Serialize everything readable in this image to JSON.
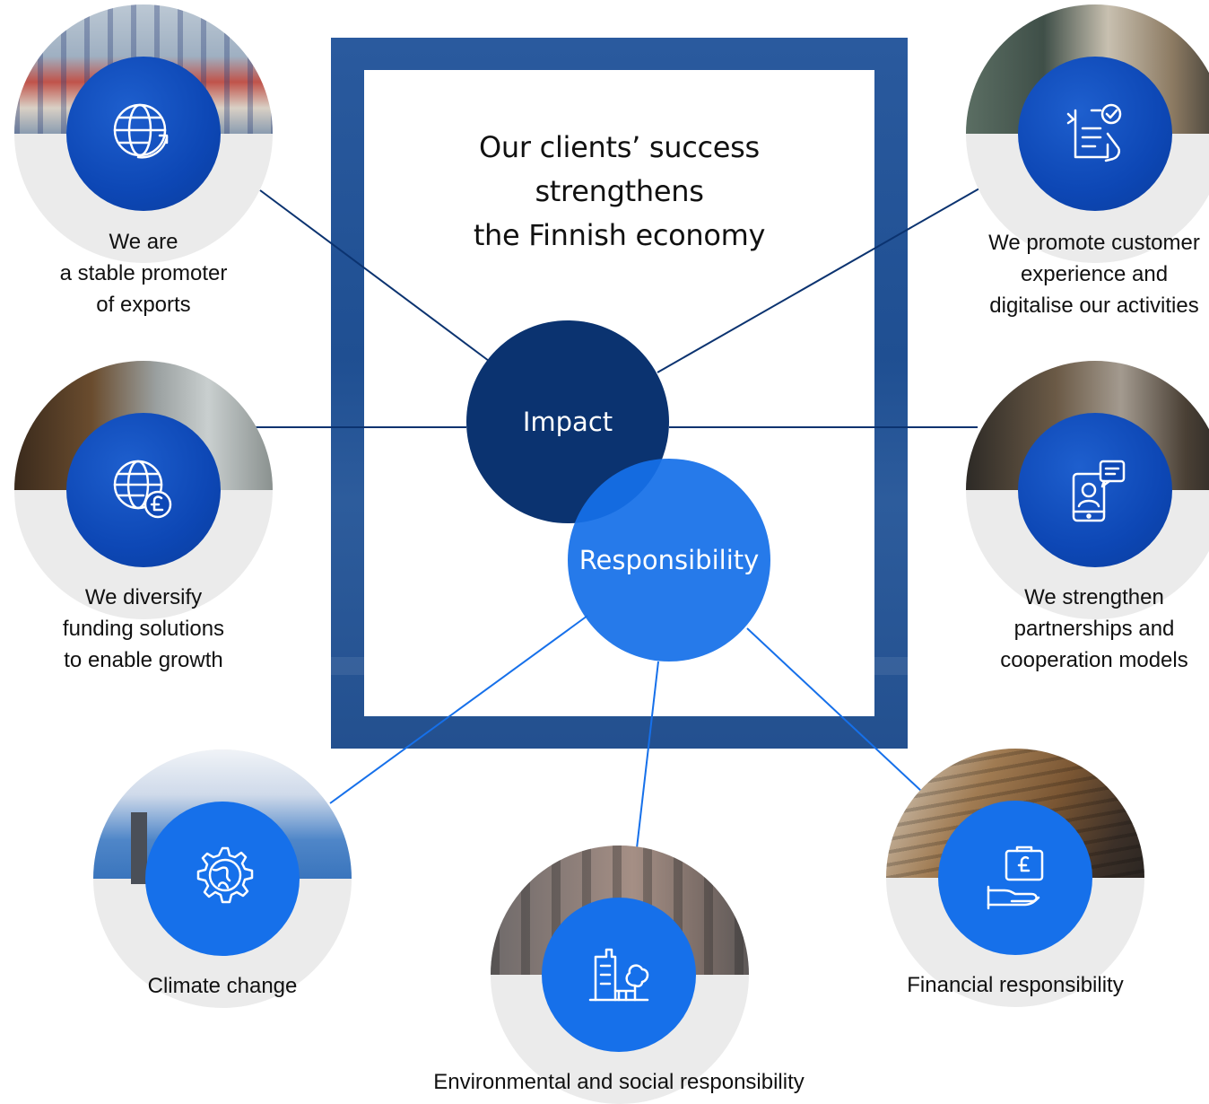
{
  "headline": {
    "line1": "Our clients’ success",
    "line2": "strengthens",
    "line3": "the Finnish economy"
  },
  "centers": {
    "impact": "Impact",
    "responsibility": "Responsibility"
  },
  "impact_items": [
    {
      "icon": "globe-arrow-icon",
      "lines": [
        "We are",
        "a stable promoter",
        "of exports"
      ]
    },
    {
      "icon": "globe-pound-icon",
      "lines": [
        "We diversify",
        "funding solutions",
        "to enable growth"
      ]
    },
    {
      "icon": "checklist-hand-icon",
      "lines": [
        "We promote customer",
        "experience and",
        "digitalise our activities"
      ]
    },
    {
      "icon": "phone-chat-icon",
      "lines": [
        "We strengthen",
        "partnerships and",
        "cooperation models"
      ]
    }
  ],
  "responsibility_items": [
    {
      "icon": "gear-globe-icon",
      "label": "Climate change"
    },
    {
      "icon": "city-tree-icon",
      "label": "Environmental and social responsibility"
    },
    {
      "icon": "briefcase-hand-icon",
      "label": "Financial responsibility"
    }
  ],
  "colors": {
    "frame": "#23508f",
    "impact": "#0b3370",
    "responsibility": "#1670ea",
    "line_impact": "#0b3370",
    "line_responsibility": "#1670ea"
  }
}
